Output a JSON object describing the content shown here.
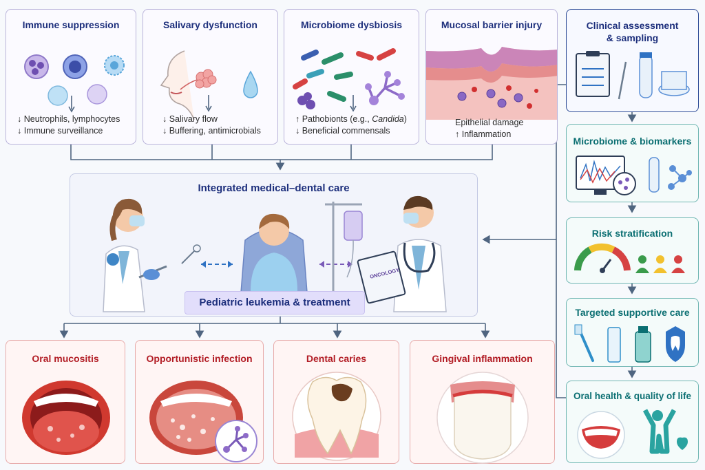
{
  "top_row": [
    {
      "title": "Immune suppression",
      "lines": [
        "↓ Neutrophils, lymphocytes",
        "↓ Immune surveillance"
      ]
    },
    {
      "title": "Salivary dysfunction",
      "lines": [
        "↓ Salivary flow",
        "↓ Buffering, antimicrobials"
      ]
    },
    {
      "title": "Microbiome dysbiosis",
      "lines": [
        "↑ Pathobionts (e.g., ",
        "↓ Beneficial commensals"
      ],
      "italic_term": "Candida",
      "line1_suffix": ")"
    },
    {
      "title": "Mucosal barrier injury",
      "lines": [
        "Epithelial damage",
        "↑ Inflammation"
      ]
    }
  ],
  "center": {
    "title": "Integrated medical–dental care",
    "patient_label": "Pediatric leukemia & treatment",
    "clipboard_text": "ONCOLOGY"
  },
  "bottom_row": [
    {
      "title": "Oral mucositis"
    },
    {
      "title": "Opportunistic infection"
    },
    {
      "title": "Dental caries"
    },
    {
      "title": "Gingival inflammation"
    }
  ],
  "side_column": [
    {
      "title_lines": [
        "Clinical assessment",
        "& sampling"
      ]
    },
    {
      "title_lines": [
        "Microbiome & biomarkers"
      ]
    },
    {
      "title_lines": [
        "Risk stratification"
      ]
    },
    {
      "title_lines": [
        "Targeted supportive care"
      ]
    },
    {
      "title_lines": [
        "Oral health & quality of life"
      ]
    }
  ],
  "colors": {
    "navy": "#1d2f7c",
    "teal": "#0b6f72",
    "red": "#b21c24",
    "arrow": "#4f6580"
  },
  "icons": [
    "immune-cells-icon",
    "salivary-gland-icon",
    "water-drop-icon",
    "bacteria-icon",
    "candida-hyphae-icon",
    "mucosa-tissue-icon",
    "dentist-icon",
    "child-patient-icon",
    "iv-drip-icon",
    "oncologist-icon",
    "open-mouth-icon",
    "tooth-decay-icon",
    "gum-icon",
    "clipboard-icon",
    "test-tube-icon",
    "petri-dish-icon",
    "monitor-icon",
    "gauge-icon",
    "people-icon",
    "toothbrush-icon",
    "toothpaste-icon",
    "mouthwash-icon",
    "shield-tooth-icon",
    "smile-icon",
    "happy-person-icon"
  ]
}
